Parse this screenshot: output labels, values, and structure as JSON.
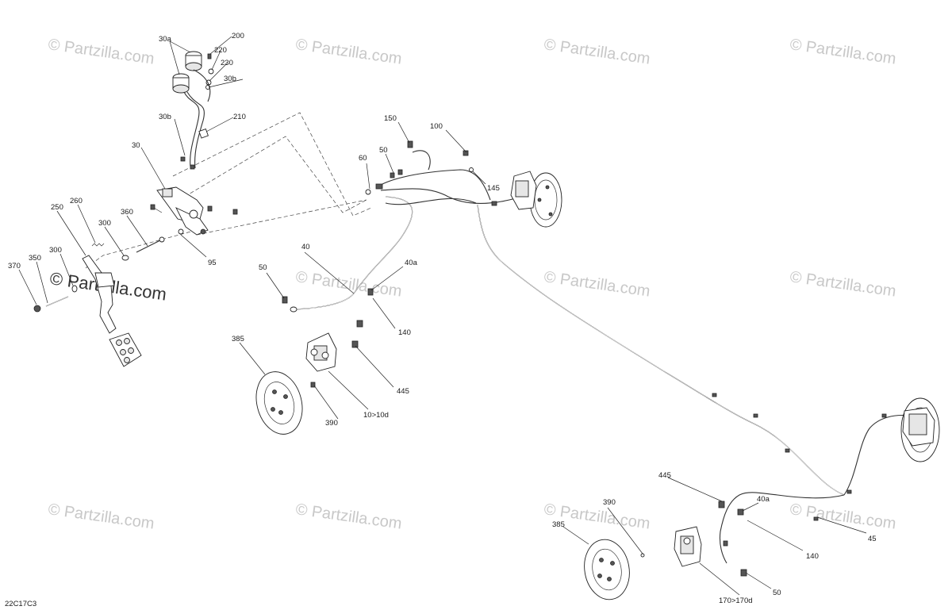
{
  "watermark": {
    "text": "© Partzilla.com",
    "brand_text": "© Partzilla.com"
  },
  "diagram_code": "22C17C3",
  "callouts": {
    "c30a": "30a",
    "c200": "200",
    "c220": "220",
    "c230": "230",
    "c30b_top": "30b",
    "c30b_left": "30b",
    "c210": "210",
    "c30": "30",
    "c150": "150",
    "c100": "100",
    "c50_top": "50",
    "c60": "60",
    "c145": "145",
    "c250": "250",
    "c260": "260",
    "c300_top": "300",
    "c360": "360",
    "c95": "95",
    "c370": "370",
    "c350": "350",
    "c300_left": "300",
    "c40": "40",
    "c40a_top": "40a",
    "c50_mid": "50",
    "c140_top": "140",
    "c385_left": "385",
    "c445_mid": "445",
    "c390_left": "390",
    "c10": "10>10d",
    "c445_right": "445",
    "c390_right": "390",
    "c385_right": "385",
    "c40a_right": "40a",
    "c140_right": "140",
    "c45": "45",
    "c50_bottom": "50",
    "c170": "170>170d"
  },
  "colors": {
    "watermark": "#c8c8c8",
    "line": "#222222",
    "background": "#ffffff"
  }
}
